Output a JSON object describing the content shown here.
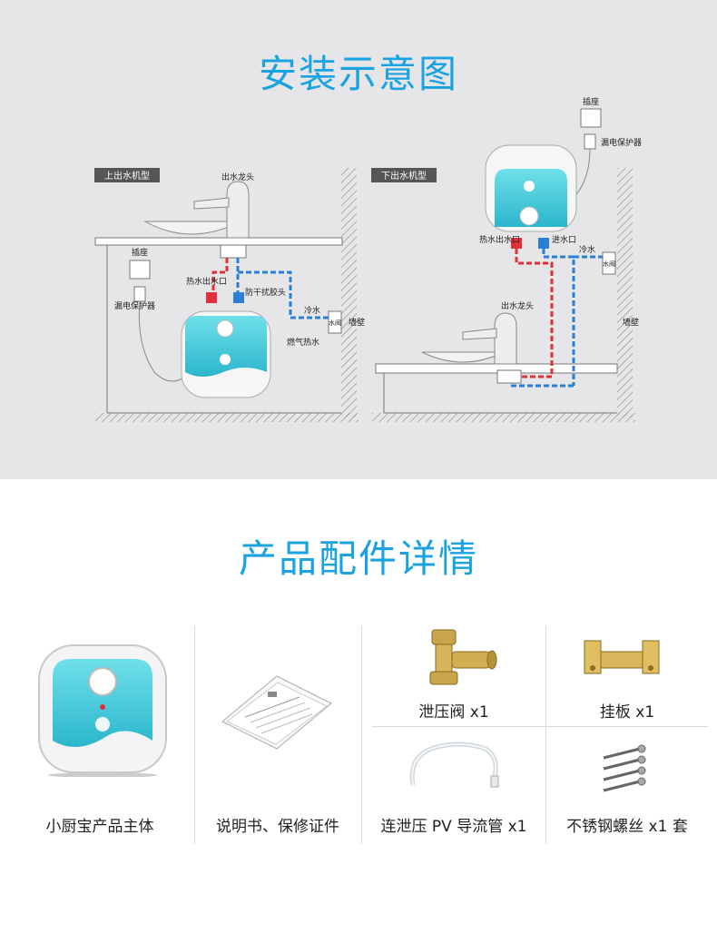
{
  "section1": {
    "title": "安装示意图",
    "panel_left": {
      "tag": "上出水机型",
      "faucet": "出水龙头",
      "socket": "插座",
      "leakage": "漏电保护器",
      "hot_out": "热水出水口",
      "anti_interference": "防干扰胶头",
      "cold_water": "冷水",
      "gas_hot": "燃气热水",
      "water_valve": "水阀",
      "wall": "墙壁"
    },
    "panel_right": {
      "tag": "下出水机型",
      "socket": "插座",
      "leakage": "漏电保护器",
      "hot_out": "热水出水口",
      "in_port": "进水口",
      "cold_water": "冷水",
      "water_valve": "水阀",
      "faucet": "出水龙头",
      "wall": "墙壁"
    },
    "colors": {
      "hot": "#e0303a",
      "cold": "#2a7fd6",
      "accent": "#1aa3e0"
    }
  },
  "section2": {
    "title": "产品配件详情",
    "items": [
      {
        "label": "小厨宝产品主体"
      },
      {
        "label": "说明书、保修证件"
      },
      {
        "label": "泄压阀 x1"
      },
      {
        "label": "挂板 x1"
      },
      {
        "label": "连泄压 PV 导流管 x1"
      },
      {
        "label": "不锈钢螺丝 x1 套"
      }
    ]
  }
}
